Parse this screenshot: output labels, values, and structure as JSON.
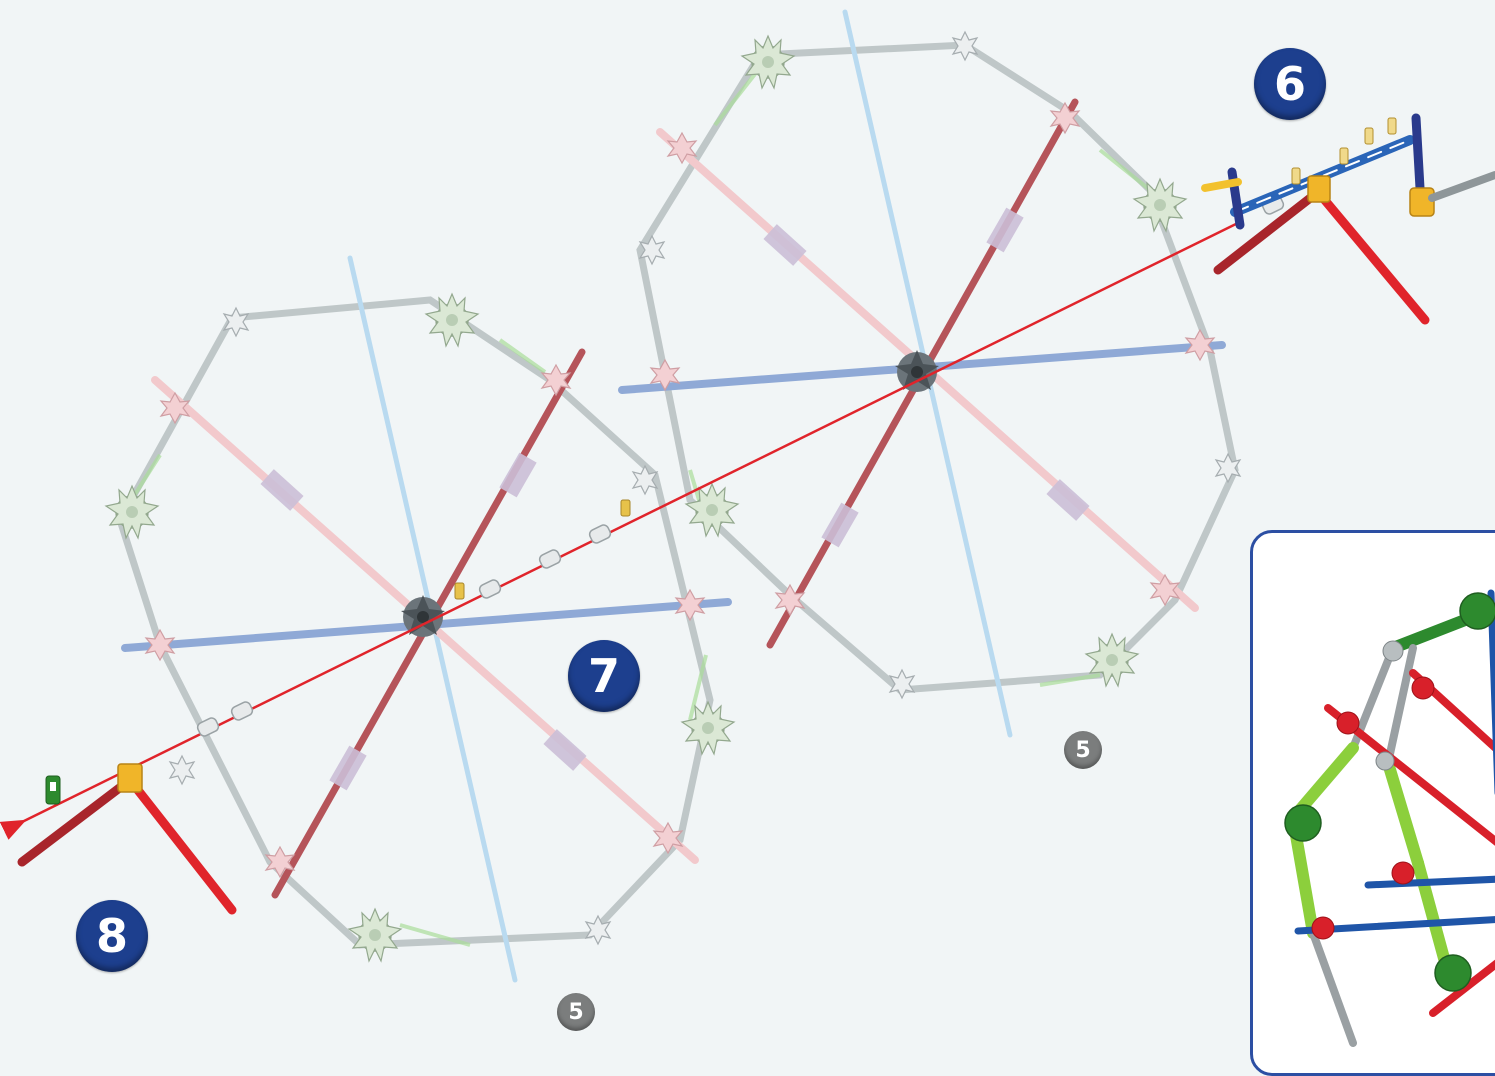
{
  "step_badges": {
    "step_6": "6",
    "step_7": "7",
    "step_8": "8"
  },
  "quantity_badges": {
    "right_wheel": "5",
    "left_wheel": "5"
  },
  "colors": {
    "step_badge": "#1d3f8e",
    "quantity_badge": "#7b7d7d",
    "axle_line": "#e0242b",
    "inset_border": "#2c4fa3",
    "rod_pink": "#f2c9cc",
    "rod_light_blue": "#b9daf0",
    "rod_blue": "#8fa9d6",
    "rod_dark_red": "#b5545a",
    "connector_green": "#cfe2c6",
    "connector_grey": "#dde3e3",
    "hub": "#555d62",
    "inset_green": "#2d8a2e",
    "inset_lime": "#8ccf3c",
    "inset_red": "#d8202a",
    "inset_blue": "#1f55a8",
    "inset_grey": "#9aa0a3"
  },
  "icons": [
    "assembly-arrow-icon",
    "wheel-hub-icon"
  ]
}
